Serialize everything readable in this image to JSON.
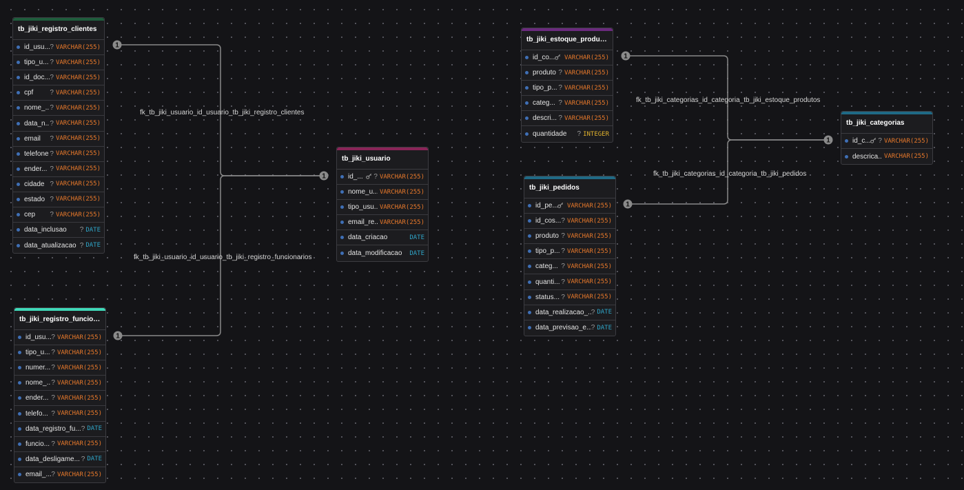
{
  "colors": {
    "varchar": "#e8792b",
    "date": "#2fa6c9",
    "integer": "#e1b22e",
    "key_icon": "key-icon"
  },
  "tables": {
    "registro_clientes": {
      "name": "tb_jiki_registro_clientes",
      "accent": "#1f5c3c",
      "fields": [
        {
          "name": "id_usu...",
          "key": false,
          "nullable": "?",
          "type": "VARCHAR(255)"
        },
        {
          "name": "tipo_u...",
          "key": false,
          "nullable": "?",
          "type": "VARCHAR(255)"
        },
        {
          "name": "id_doc...",
          "key": false,
          "nullable": "?",
          "type": "VARCHAR(255)"
        },
        {
          "name": "cpf",
          "key": false,
          "nullable": "?",
          "type": "VARCHAR(255)"
        },
        {
          "name": "nome_...",
          "key": false,
          "nullable": "?",
          "type": "VARCHAR(255)"
        },
        {
          "name": "data_n...",
          "key": false,
          "nullable": "?",
          "type": "VARCHAR(255)"
        },
        {
          "name": "email",
          "key": false,
          "nullable": "?",
          "type": "VARCHAR(255)"
        },
        {
          "name": "telefone",
          "key": false,
          "nullable": "?",
          "type": "VARCHAR(255)"
        },
        {
          "name": "ender...",
          "key": false,
          "nullable": "?",
          "type": "VARCHAR(255)"
        },
        {
          "name": "cidade",
          "key": false,
          "nullable": "?",
          "type": "VARCHAR(255)"
        },
        {
          "name": "estado",
          "key": false,
          "nullable": "?",
          "type": "VARCHAR(255)"
        },
        {
          "name": "cep",
          "key": false,
          "nullable": "?",
          "type": "VARCHAR(255)"
        },
        {
          "name": "data_inclusao",
          "key": false,
          "nullable": "?",
          "type": "DATE"
        },
        {
          "name": "data_atualizacao",
          "key": false,
          "nullable": "?",
          "type": "DATE"
        }
      ]
    },
    "registro_funcionarios": {
      "name": "tb_jiki_registro_funcion...",
      "accent": "#3fd9b8",
      "fields": [
        {
          "name": "id_usu...",
          "key": false,
          "nullable": "?",
          "type": "VARCHAR(255)"
        },
        {
          "name": "tipo_u...",
          "key": false,
          "nullable": "?",
          "type": "VARCHAR(255)"
        },
        {
          "name": "numer...",
          "key": false,
          "nullable": "?",
          "type": "VARCHAR(255)"
        },
        {
          "name": "nome_...",
          "key": false,
          "nullable": "?",
          "type": "VARCHAR(255)"
        },
        {
          "name": "ender...",
          "key": false,
          "nullable": "?",
          "type": "VARCHAR(255)"
        },
        {
          "name": "telefo...",
          "key": false,
          "nullable": "?",
          "type": "VARCHAR(255)"
        },
        {
          "name": "data_registro_fu...",
          "key": false,
          "nullable": "?",
          "type": "DATE"
        },
        {
          "name": "funcio...",
          "key": false,
          "nullable": "?",
          "type": "VARCHAR(255)"
        },
        {
          "name": "data_desligame...",
          "key": false,
          "nullable": "?",
          "type": "DATE"
        },
        {
          "name": "email_...",
          "key": false,
          "nullable": "?",
          "type": "VARCHAR(255)"
        }
      ]
    },
    "usuario": {
      "name": "tb_jiki_usuario",
      "accent": "#8a2458",
      "fields": [
        {
          "name": "id_...",
          "key": true,
          "nullable": "?",
          "type": "VARCHAR(255)"
        },
        {
          "name": "nome_u...",
          "key": false,
          "nullable": "",
          "type": "VARCHAR(255)"
        },
        {
          "name": "tipo_usu...",
          "key": false,
          "nullable": "",
          "type": "VARCHAR(255)"
        },
        {
          "name": "email_re...",
          "key": false,
          "nullable": "",
          "type": "VARCHAR(255)"
        },
        {
          "name": "data_criacao",
          "key": false,
          "nullable": "",
          "type": "DATE"
        },
        {
          "name": "data_modificacao",
          "key": false,
          "nullable": "",
          "type": "DATE"
        }
      ]
    },
    "estoque_produtos": {
      "name": "tb_jiki_estoque_produtos",
      "accent": "#6b2a7e",
      "fields": [
        {
          "name": "id_co...",
          "key": true,
          "nullable": "",
          "type": "VARCHAR(255)"
        },
        {
          "name": "produto",
          "key": false,
          "nullable": "?",
          "type": "VARCHAR(255)"
        },
        {
          "name": "tipo_p...",
          "key": false,
          "nullable": "?",
          "type": "VARCHAR(255)"
        },
        {
          "name": "categ...",
          "key": false,
          "nullable": "?",
          "type": "VARCHAR(255)"
        },
        {
          "name": "descri...",
          "key": false,
          "nullable": "?",
          "type": "VARCHAR(255)"
        },
        {
          "name": "quantidade",
          "key": false,
          "nullable": "?",
          "type": "INTEGER"
        }
      ]
    },
    "pedidos": {
      "name": "tb_jiki_pedidos",
      "accent": "#1f6a86",
      "fields": [
        {
          "name": "id_pe...",
          "key": true,
          "nullable": "",
          "type": "VARCHAR(255)"
        },
        {
          "name": "id_cos...",
          "key": false,
          "nullable": "?",
          "type": "VARCHAR(255)"
        },
        {
          "name": "produto",
          "key": false,
          "nullable": "?",
          "type": "VARCHAR(255)"
        },
        {
          "name": "tipo_p...",
          "key": false,
          "nullable": "?",
          "type": "VARCHAR(255)"
        },
        {
          "name": "categ...",
          "key": false,
          "nullable": "?",
          "type": "VARCHAR(255)"
        },
        {
          "name": "quanti...",
          "key": false,
          "nullable": "?",
          "type": "VARCHAR(255)"
        },
        {
          "name": "status...",
          "key": false,
          "nullable": "?",
          "type": "VARCHAR(255)"
        },
        {
          "name": "data_realizacao_...",
          "key": false,
          "nullable": "?",
          "type": "DATE"
        },
        {
          "name": "data_previsao_e...",
          "key": false,
          "nullable": "?",
          "type": "DATE"
        }
      ]
    },
    "categorias": {
      "name": "tb_jiki_categorias",
      "accent": "#1f6a86",
      "fields": [
        {
          "name": "id_c...",
          "key": true,
          "nullable": "?",
          "type": "VARCHAR(255)"
        },
        {
          "name": "descrica...",
          "key": false,
          "nullable": "",
          "type": "VARCHAR(255)"
        }
      ]
    }
  },
  "relations": [
    {
      "name": "fk_tb_jiki_usuario_id_usuario_tb_jiki_registro_clientes",
      "cardinality": "1"
    },
    {
      "name": "fk_tb_jiki_usuario_id_usuario_tb_jiki_registro_funcionarios",
      "cardinality": "1"
    },
    {
      "name": "fk_tb_jiki_categorias_id_categoria_tb_jiki_estoque_produtos",
      "cardinality": "1"
    },
    {
      "name": "fk_tb_jiki_categorias_id_categoria_tb_jiki_pedidos",
      "cardinality": "1"
    }
  ]
}
